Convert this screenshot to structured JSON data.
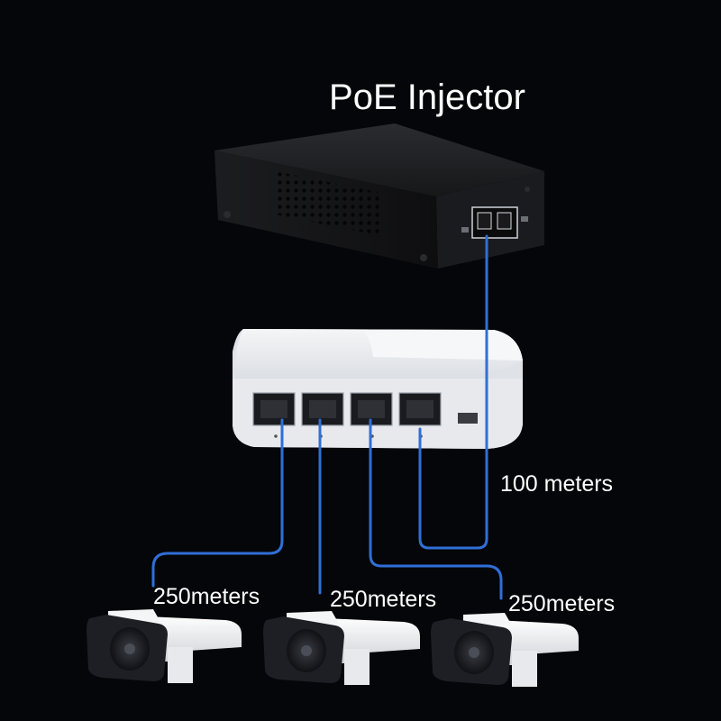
{
  "title": "PoE Injector",
  "distances": {
    "main": "100 meters",
    "cam1": "250meters",
    "cam2": "250meters",
    "cam3": "250meters"
  },
  "nodes": {
    "injector": "PoE injector",
    "switch": "PoE switch",
    "cameras": [
      "camera",
      "camera",
      "camera"
    ]
  },
  "colors": {
    "background": "#05060a",
    "cable": "#2f6fd6",
    "injector_body": "#141416",
    "switch_body": "#e6e8ec",
    "camera_body": "#eceef1",
    "camera_front": "#1d1f24",
    "text": "#ffffff"
  }
}
